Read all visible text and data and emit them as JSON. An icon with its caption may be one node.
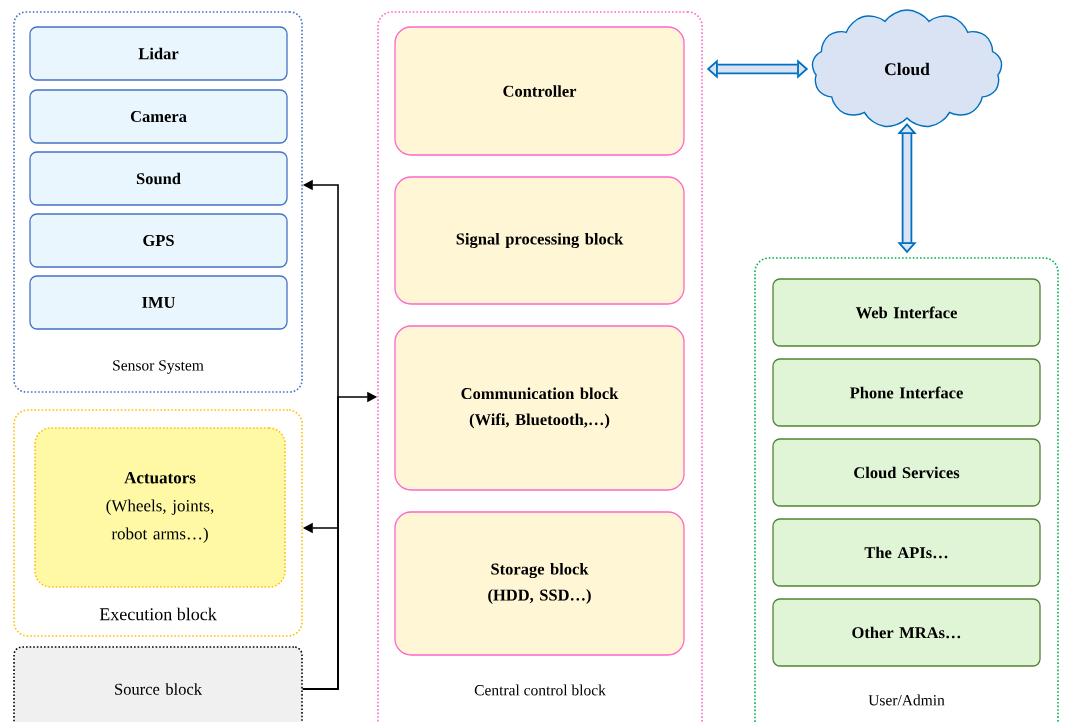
{
  "diagram": {
    "nodes": [
      {
        "text": [
          "Sensor System"
        ]
      },
      {
        "text": [
          "Lidar"
        ],
        "in": 0
      },
      {
        "text": [
          "Camera"
        ],
        "in": 0
      },
      {
        "text": [
          "Sound"
        ],
        "in": 0
      },
      {
        "text": [
          "GPS"
        ],
        "in": 0
      },
      {
        "text": [
          "IMU"
        ],
        "in": 0
      },
      {
        "text": [
          "Execution block"
        ]
      },
      {
        "text": [
          "Actuators",
          "(Wheels, joints, robot arms…)"
        ],
        "in": 6
      },
      {
        "text": [
          "Source block"
        ]
      },
      {
        "text": [
          "Central control block"
        ]
      },
      {
        "text": [
          "Controller"
        ],
        "in": 9
      },
      {
        "text": [
          "Signal processing block"
        ],
        "in": 9
      },
      {
        "text": [
          "Communication block (Wifi, Bluetooth,…)"
        ],
        "in": 9
      },
      {
        "text": [
          "Storage block (HDD, SSD…)"
        ],
        "in": 9
      },
      {
        "text": [
          "Cloud"
        ]
      },
      {
        "text": [
          "User/Admin"
        ]
      },
      {
        "text": [
          "Web Interface"
        ],
        "in": 15
      },
      {
        "text": [
          "Phone Interface"
        ],
        "in": 15
      },
      {
        "text": [
          "Cloud Services"
        ],
        "in": 15
      },
      {
        "text": [
          "The APIs…"
        ],
        "in": 15
      },
      {
        "text": [
          "Other MRAs…"
        ],
        "in": 15
      }
    ],
    "edges": [
      {
        "from": 8,
        "to": 0,
        "arrow": "to"
      },
      {
        "from": 8,
        "to": 9,
        "arrow": "to"
      },
      {
        "from": 8,
        "to": 6,
        "arrow": "to"
      },
      {
        "from": 9,
        "to": 14,
        "arrow": "both",
        "style": "thick",
        "color": "#0070c0"
      },
      {
        "from": 14,
        "to": 15,
        "arrow": "both",
        "style": "thick",
        "color": "#0070c0"
      }
    ]
  }
}
